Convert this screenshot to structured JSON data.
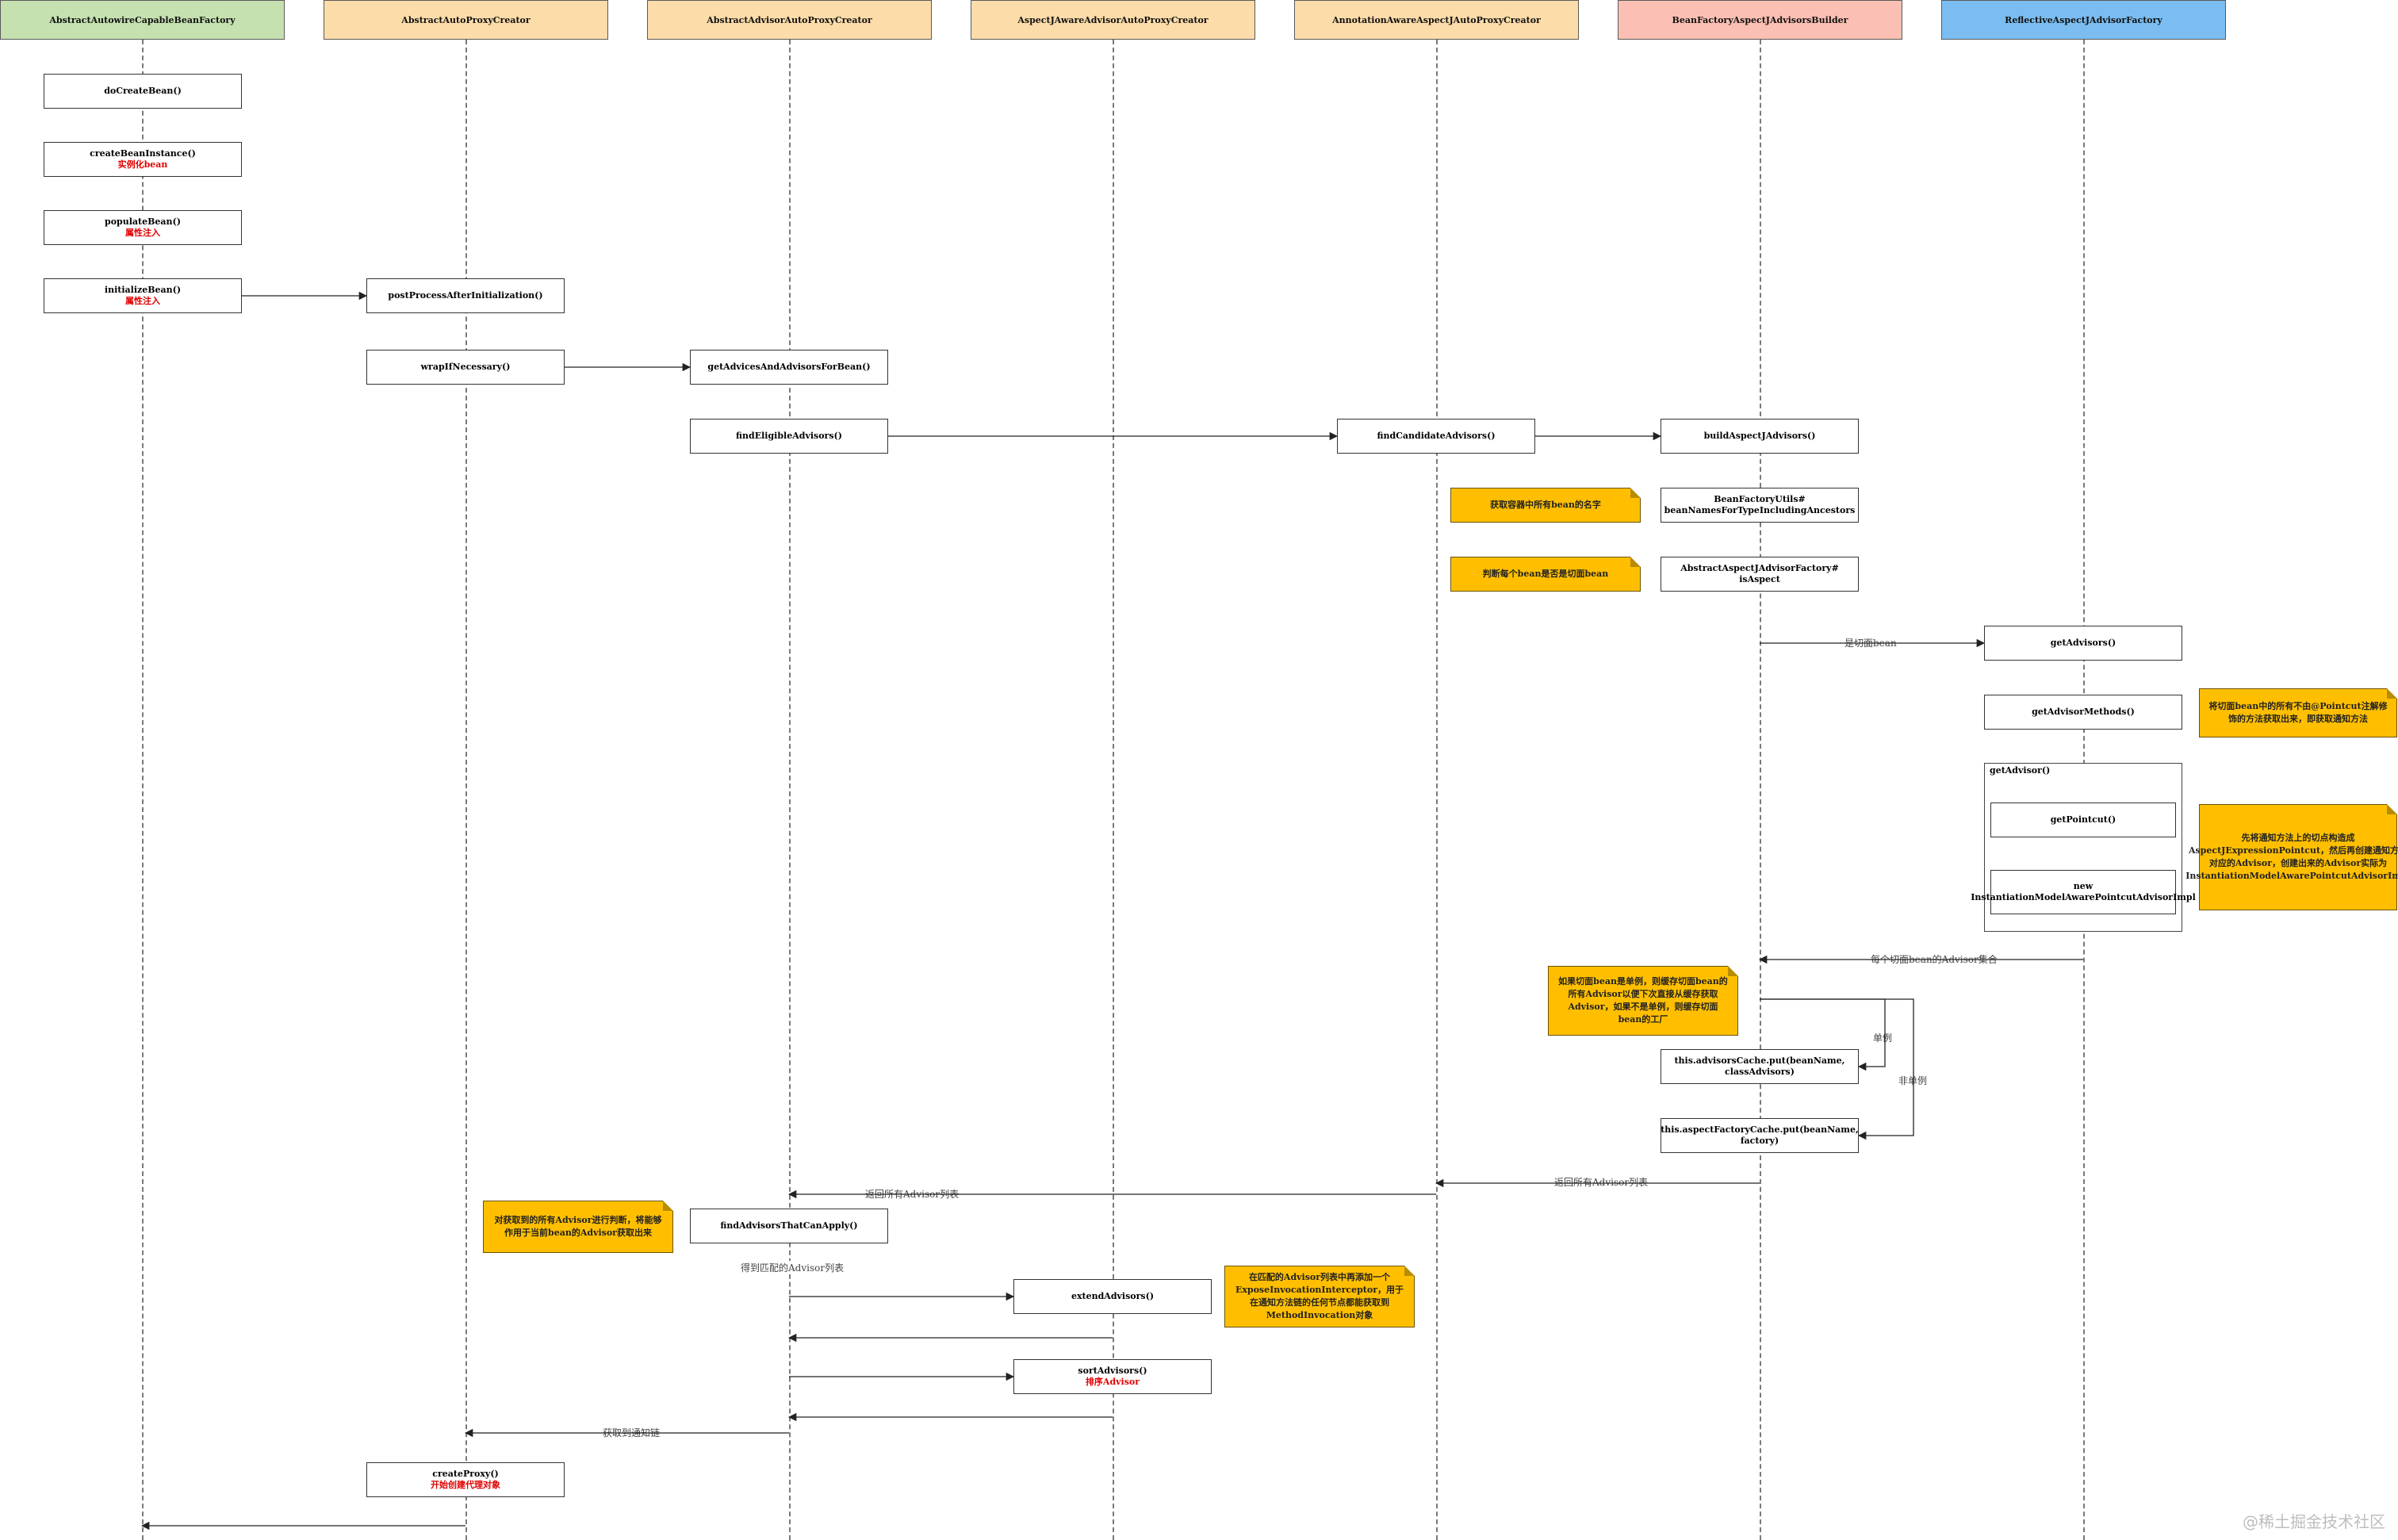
{
  "lanes": [
    {
      "label": "AbstractAutowireCapableBeanFactory",
      "color": "#c5e1b0"
    },
    {
      "label": "AbstractAutoProxyCreator",
      "color": "#fcdca9"
    },
    {
      "label": "AbstractAdvisorAutoProxyCreator",
      "color": "#fcdca9"
    },
    {
      "label": "AspectJAwareAdvisorAutoProxyCreator",
      "color": "#fcdca9"
    },
    {
      "label": "AnnotationAwareAspectJAutoProxyCreator",
      "color": "#fcdca9"
    },
    {
      "label": "BeanFactoryAspectJAdvisorsBuilder",
      "color": "#fbbfb3"
    },
    {
      "label": "ReflectiveAspectJAdvisorFactory",
      "color": "#7bbdf0"
    }
  ],
  "boxes": {
    "doCreateBean": {
      "title": "doCreateBean()",
      "sub": ""
    },
    "createBeanInstance": {
      "title": "createBeanInstance()",
      "sub": "实例化bean"
    },
    "populateBean": {
      "title": "populateBean()",
      "sub": "属性注入"
    },
    "initializeBean": {
      "title": "initializeBean()",
      "sub": "属性注入"
    },
    "postProcessAfterInitialization": {
      "title": "postProcessAfterInitialization()",
      "sub": ""
    },
    "wrapIfNecessary": {
      "title": "wrapIfNecessary()",
      "sub": ""
    },
    "getAdvicesAndAdvisorsForBean": {
      "title": "getAdvicesAndAdvisorsForBean()",
      "sub": ""
    },
    "findEligibleAdvisors": {
      "title": "findEligibleAdvisors()",
      "sub": ""
    },
    "findCandidateAdvisors": {
      "title": "findCandidateAdvisors()",
      "sub": ""
    },
    "buildAspectJAdvisors": {
      "title": "buildAspectJAdvisors()",
      "sub": ""
    },
    "beanNamesForType": {
      "title": "BeanFactoryUtils#",
      "title2": "beanNamesForTypeIncludingAncestors"
    },
    "isAspect": {
      "title": "AbstractAspectJAdvisorFactory#",
      "title2": "isAspect"
    },
    "getAdvisors": {
      "title": "getAdvisors()",
      "sub": ""
    },
    "getAdvisorMethods": {
      "title": "getAdvisorMethods()",
      "sub": ""
    },
    "getPointcut": {
      "title": "getPointcut()",
      "sub": ""
    },
    "newImpl": {
      "title": "new",
      "title2": "InstantiationModelAwarePointcutAdvisorImpl"
    },
    "advisorsCachePut": {
      "title": "this.advisorsCache.put(beanName,",
      "title2": "classAdvisors)"
    },
    "aspectFactoryCachePut": {
      "title": "this.aspectFactoryCache.put(beanName, factory)",
      "sub": ""
    },
    "findAdvisorsThatCanApply": {
      "title": "findAdvisorsThatCanApply()",
      "sub": ""
    },
    "extendAdvisors": {
      "title": "extendAdvisors()",
      "sub": ""
    },
    "sortAdvisors": {
      "title": "sortAdvisors()",
      "sub": "排序Advisor"
    },
    "createProxy": {
      "title": "createProxy()",
      "sub": "开始创建代理对象"
    }
  },
  "frame": {
    "title": "getAdvisor()"
  },
  "notes": {
    "getBeanNames": "获取容器中所有bean的名字",
    "isAspectBean": "判断每个bean是否是切面bean",
    "advisorMethods": "将切面bean中的所有不由@Pointcut注解修饰的方法获取出来，即获取通知方法",
    "buildPointcut": "先将通知方法上的切点构造成AspectJExpressionPointcut，然后再创建通知方法对应的Advisor，创建出来的Advisor实际为InstantiationModelAwarePointcutAdvisorImpl",
    "cacheNote": "如果切面bean是单例，则缓存切面bean的所有Advisor以便下次直接从缓存获取Advisor，如果不是单例，则缓存切面bean的工厂",
    "filterNote": "对获取到的所有Advisor进行判断，将能够作用于当前bean的Advisor获取出来",
    "extendNote": "在匹配的Advisor列表中再添加一个ExposeInvocationInterceptor，用于在通知方法链的任何节点都能获取到MethodInvocation对象"
  },
  "labels": {
    "isAspectBean": "是切面bean",
    "advisorSet": "每个切面bean的Advisor集合",
    "singleton": "单例",
    "nonSingleton": "非单例",
    "returnAdvisors1": "返回所有Advisor列表",
    "returnAdvisors2": "返回所有Advisor列表",
    "matchedAdvisors": "得到匹配的Advisor列表",
    "adviceChain": "获取到通知链"
  },
  "watermark": "@稀土掘金技术社区"
}
